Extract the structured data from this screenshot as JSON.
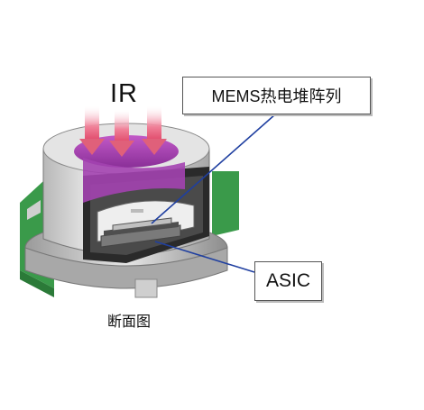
{
  "labels": {
    "ir": "IR",
    "mems": "MEMS热电堆阵列",
    "asic": "ASIC",
    "caption": "断面图"
  },
  "colors": {
    "ir_arrow": "#e0607a",
    "ir_window": "#b04ab8",
    "pcb": "#3a9a4a",
    "housing": "#c8c8c8",
    "callout_line": "#1f3fa0"
  }
}
